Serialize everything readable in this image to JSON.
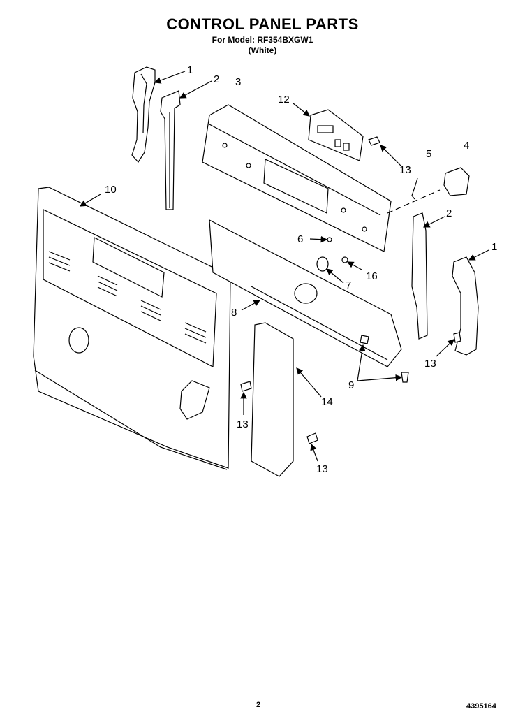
{
  "header": {
    "title": "CONTROL PANEL PARTS",
    "model_line": "For Model: RF354BXGW1",
    "color_line": "(White)"
  },
  "callouts": [
    {
      "id": "c1a",
      "text": "1"
    },
    {
      "id": "c2a",
      "text": "2"
    },
    {
      "id": "c3",
      "text": "3"
    },
    {
      "id": "c12",
      "text": "12"
    },
    {
      "id": "c13a",
      "text": "13"
    },
    {
      "id": "c5",
      "text": "5"
    },
    {
      "id": "c4",
      "text": "4"
    },
    {
      "id": "c10",
      "text": "10"
    },
    {
      "id": "c2b",
      "text": "2"
    },
    {
      "id": "c1b",
      "text": "1"
    },
    {
      "id": "c6",
      "text": "6"
    },
    {
      "id": "c16",
      "text": "16"
    },
    {
      "id": "c7",
      "text": "7"
    },
    {
      "id": "c8",
      "text": "8"
    },
    {
      "id": "c9",
      "text": "9"
    },
    {
      "id": "c13b",
      "text": "13"
    },
    {
      "id": "c14",
      "text": "14"
    },
    {
      "id": "c13c",
      "text": "13"
    },
    {
      "id": "c13d",
      "text": "13"
    }
  ],
  "footer": {
    "page_number": "2",
    "doc_number": "4395164"
  }
}
